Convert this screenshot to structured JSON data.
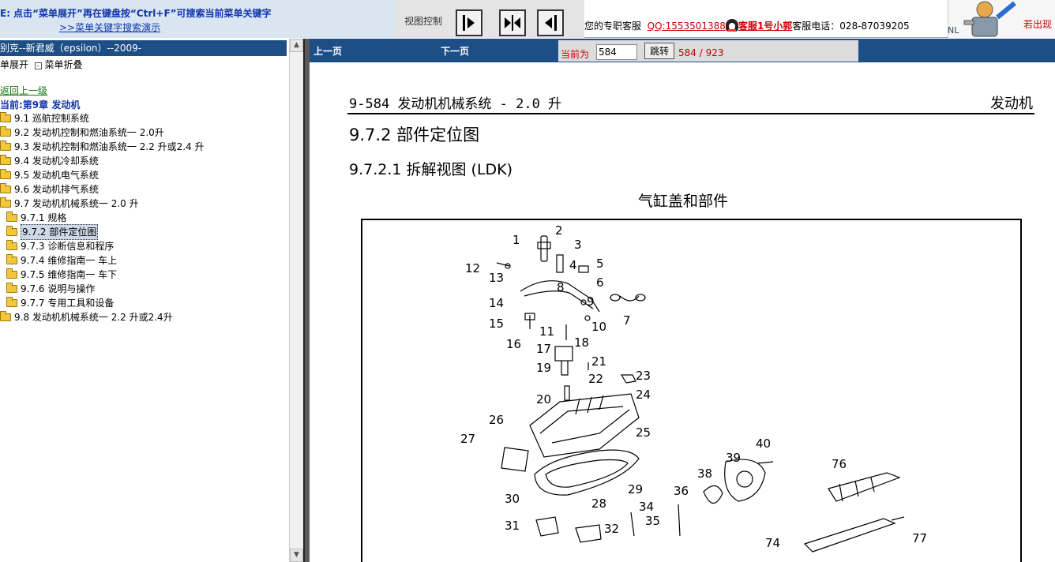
{
  "topbar": {
    "tip_line1": "E:  点击“菜单展开”再在键盘按“Ctrl+F”可搜索当前菜单关键字",
    "tip_line2": ">>菜单关键字搜索演示",
    "view_label": "视图控制",
    "service_prefix": "您的专职客服",
    "qq": "QQ:1553501388",
    "kf_name": "客服1号小郭",
    "tel": "客服电话：028-87039205",
    "corner_text": "若出现",
    "nl": "NL"
  },
  "sidebar": {
    "title": "别克--新君威（epsilon）--2009-",
    "expand": "单展开",
    "collapse": "菜单折叠",
    "back": "返回上一级",
    "chapter": "当前:第9章  发动机",
    "items": [
      {
        "label": "9.1 巡航控制系统"
      },
      {
        "label": "9.2 发动机控制和燃油系统一 2.0升"
      },
      {
        "label": "9.3 发动机控制和燃油系统一 2.2 升或2.4 升"
      },
      {
        "label": "9.4 发动机冷却系统"
      },
      {
        "label": "9.5 发动机电气系统"
      },
      {
        "label": "9.6 发动机排气系统"
      },
      {
        "label": "9.7 发动机机械系统一 2.0 升"
      },
      {
        "label": "9.7.1 规格"
      },
      {
        "label": "9.7.2 部件定位图"
      },
      {
        "label": "9.7.3 诊断信息和程序"
      },
      {
        "label": "9.7.4 维修指南一 车上"
      },
      {
        "label": "9.7.5 维修指南一 车下"
      },
      {
        "label": "9.7.6 说明与操作"
      },
      {
        "label": "9.7.7 专用工具和设备"
      },
      {
        "label": "9.8 发动机机械系统一 2.2 升或2.4升"
      }
    ]
  },
  "nav": {
    "prev": "上一页",
    "next": "下一页",
    "current_label": "当前为",
    "page_value": "584",
    "go": "跳转",
    "count": "584 / 923"
  },
  "doc": {
    "header_left": "9-584   发动机机械系统 - 2.0 升",
    "header_right": "发动机",
    "section": "9.7.2 部件定位图",
    "subsection": "9.7.2.1 拆解视图 (LDK)",
    "figure_title": "气缸盖和部件",
    "callouts": [
      "1",
      "2",
      "3",
      "4",
      "5",
      "6",
      "7",
      "8",
      "9",
      "10",
      "11",
      "12",
      "13",
      "14",
      "15",
      "16",
      "17",
      "18",
      "19",
      "20",
      "21",
      "22",
      "23",
      "24",
      "25",
      "26",
      "27",
      "28",
      "29",
      "30",
      "31",
      "32",
      "34",
      "35",
      "36",
      "38",
      "39",
      "40",
      "74",
      "76",
      "77"
    ]
  }
}
